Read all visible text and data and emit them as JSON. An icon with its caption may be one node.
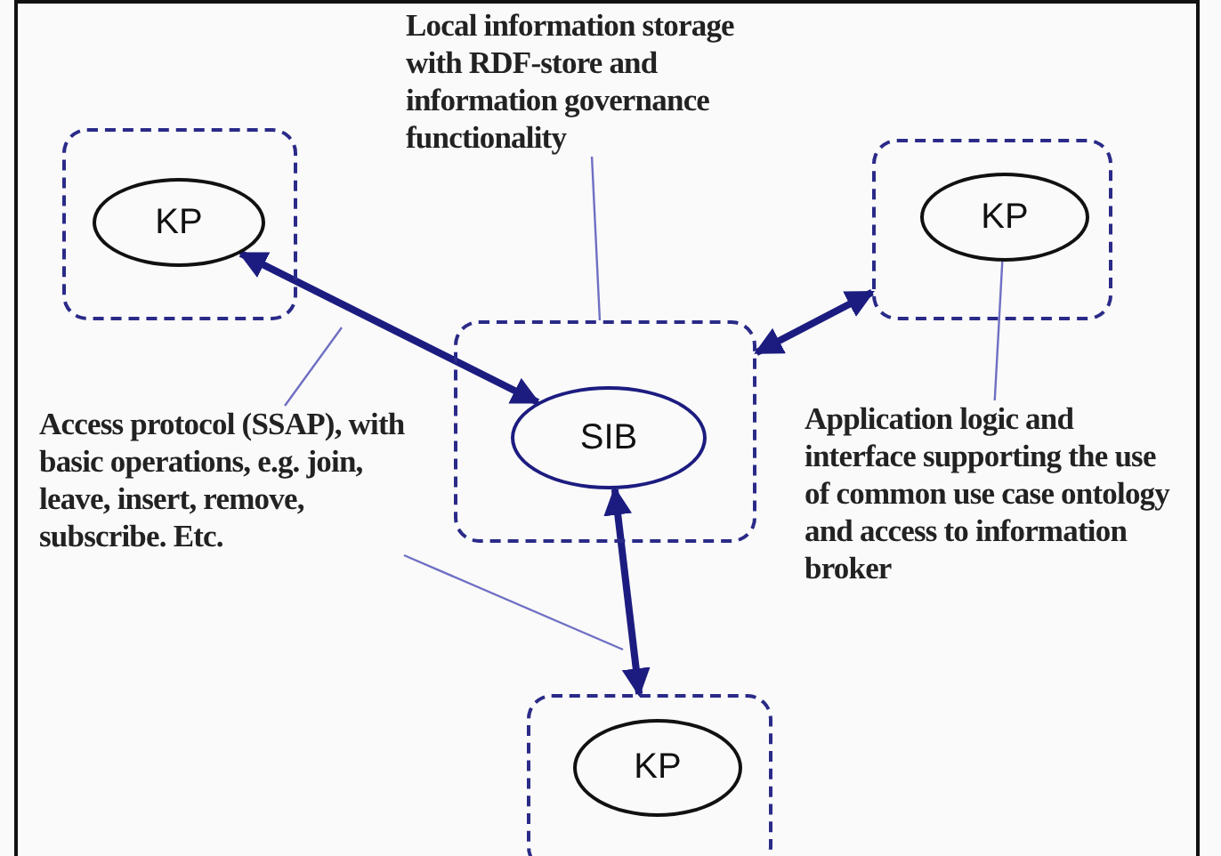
{
  "diagram": {
    "nodes": [
      {
        "text": [
          "Local information storage with RDF-store and information governance functionality"
        ]
      },
      {
        "text": [],
        "shape": "box"
      },
      {
        "text": [
          "KP"
        ],
        "in": 1
      },
      {
        "text": [],
        "shape": "box"
      },
      {
        "text": [
          "KP"
        ],
        "in": 3
      },
      {
        "text": [],
        "shape": "box"
      },
      {
        "text": [
          "SIB"
        ],
        "in": 5
      },
      {
        "text": [
          "Access protocol (SSAP), with basic operations, e.g. join, leave, insert, remove, subscribe. Etc."
        ]
      },
      {
        "text": [
          "Application logic and interface supporting the use of common use case ontology and access to information broker"
        ]
      },
      {
        "text": [],
        "shape": "box"
      },
      {
        "text": [
          "KP"
        ],
        "in": 9
      }
    ],
    "edges": [
      {
        "from": 2,
        "to": 6,
        "arrow": "both",
        "style": "thick",
        "color": "#1c1c80"
      },
      {
        "from": 3,
        "to": 5,
        "arrow": "both",
        "style": "thick",
        "color": "#1c1c80"
      },
      {
        "from": 6,
        "to": 9,
        "arrow": "both",
        "style": "thick",
        "color": "#1c1c80"
      },
      {
        "from": 0,
        "to": 5,
        "arrow": "none"
      },
      {
        "from": 7,
        "to": null,
        "arrow": "none"
      },
      {
        "from": 7,
        "to": null,
        "arrow": "none"
      },
      {
        "from": 8,
        "to": 4,
        "arrow": "none"
      }
    ]
  }
}
